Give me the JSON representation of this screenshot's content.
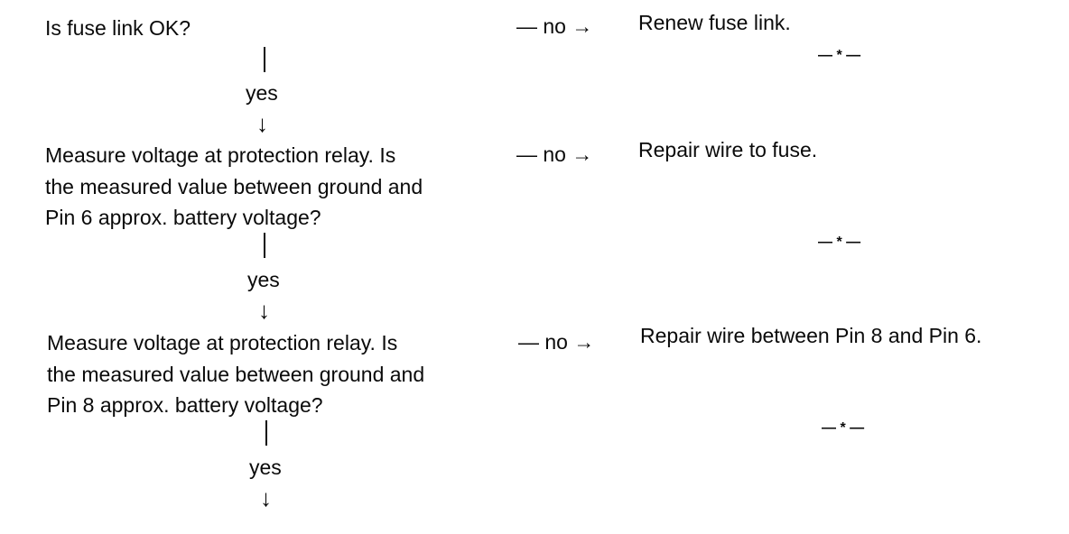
{
  "flow": {
    "step1": {
      "question": "Is fuse link OK?",
      "no_label": "— no →",
      "action": "Renew fuse link.",
      "end": "— * —",
      "yes_label": "yes",
      "down_arrow": "↓"
    },
    "step2": {
      "question": "Measure voltage at protection relay. Is\nthe measured value between ground and\nPin 6 approx. battery voltage?",
      "no_label": "— no →",
      "action": "Repair wire to fuse.",
      "end": "— * —",
      "yes_label": "yes",
      "down_arrow": "↓"
    },
    "step3": {
      "question": "Measure voltage at protection relay. Is\nthe measured value between ground and\nPin 8 approx. battery voltage?",
      "no_label": "— no →",
      "action": "Repair wire between Pin 8 and Pin 6.",
      "end": "— * —",
      "yes_label": "yes",
      "down_arrow": "↓"
    }
  }
}
